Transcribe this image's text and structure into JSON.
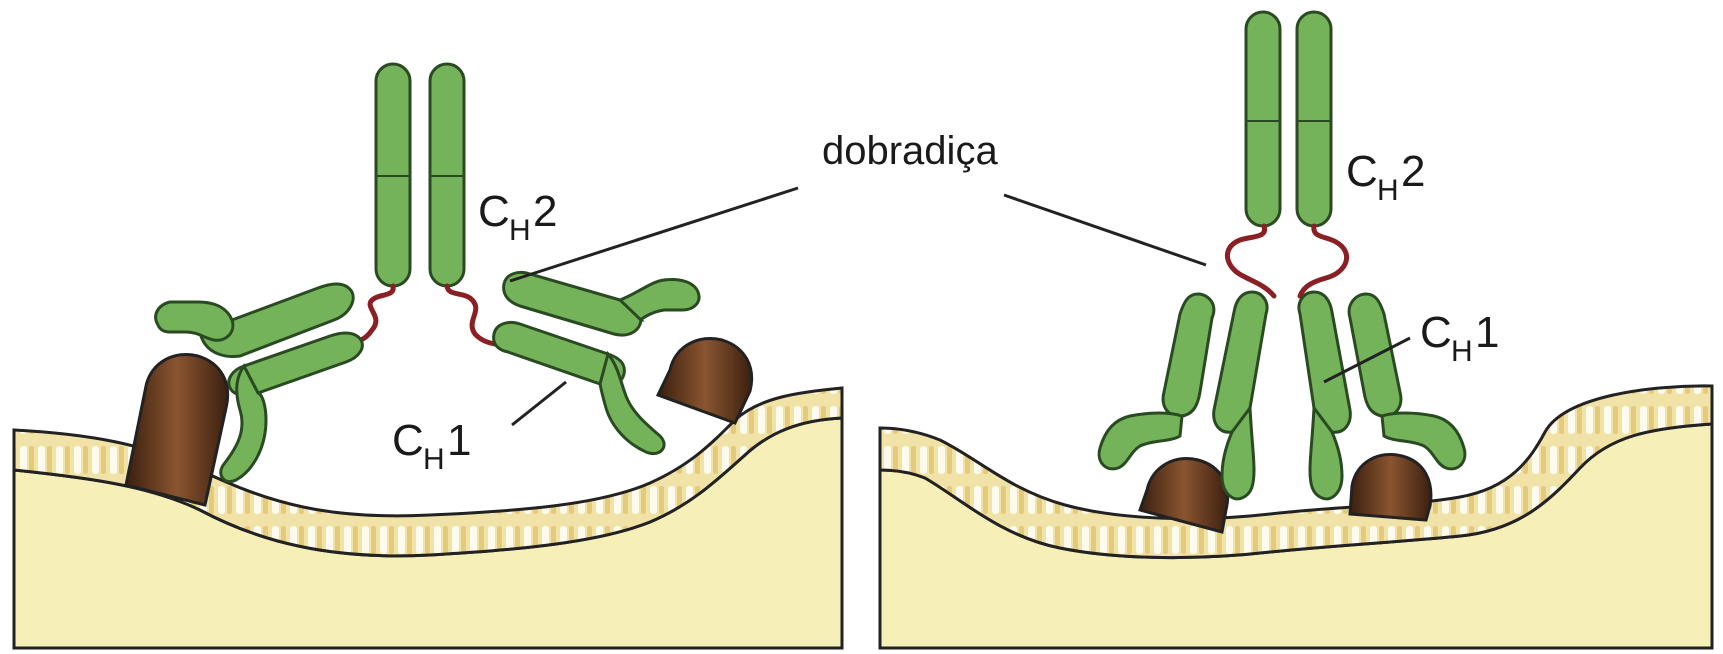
{
  "hinge_label": "dobradiça",
  "left_panel": {
    "ch2": {
      "main": "C",
      "sub": "H",
      "num": "2"
    },
    "ch1": {
      "main": "C",
      "sub": "H",
      "num": "1"
    }
  },
  "right_panel": {
    "ch2": {
      "main": "C",
      "sub": "H",
      "num": "2"
    },
    "ch1": {
      "main": "C",
      "sub": "H",
      "num": "1"
    }
  },
  "colors": {
    "domain_green": "#74b35a",
    "domain_outline": "#2a4a22",
    "hinge_red": "#8a1f24",
    "antigen_brown": "#6b3b1b",
    "membrane_stripe": "#e7d08a",
    "cell_yellow": "#f7efb8"
  }
}
